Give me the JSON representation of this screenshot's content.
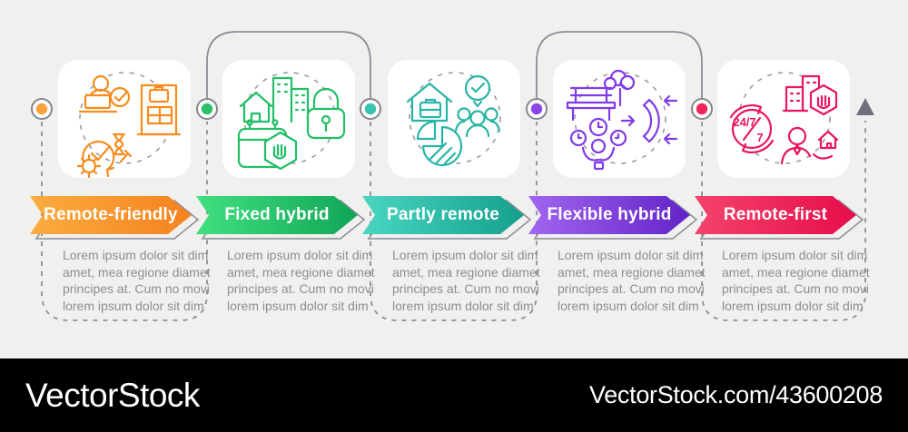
{
  "background": "#f0f0ef",
  "connector_color": "#8d8d97",
  "dot_ring_color": "#85858f",
  "flow_end_arrow_color": "#70707b",
  "description_text_color": "#8e8e8e",
  "label_text_color": "#ffffff",
  "watermark": {
    "bar_color": "#000000",
    "logo_text": "VectorStock",
    "url_text": "VectorStock.com/43600208"
  },
  "columns": [
    {
      "label": "Remote-friendly",
      "colors": {
        "arrow_start": "#FBAC40",
        "arrow_end": "#F5821F",
        "dot": "#F8A43C",
        "icon": "#F68C1E"
      },
      "icons": [
        "remote-worker-check-icon",
        "office-building-icon",
        "process-cycle-gear-icon"
      ],
      "desc_lines": [
        "Lorem ipsum dolor sit dim",
        "amet, mea regione diamet",
        "principes at. Cum no movi",
        "lorem ipsum dolor sit dim"
      ]
    },
    {
      "label": "Fixed hybrid",
      "colors": {
        "arrow_start": "#41E080",
        "arrow_end": "#10A557",
        "dot": "#2CC169",
        "icon": "#22BE66"
      },
      "icons": [
        "home-office-buildings-icon",
        "padlock-icon",
        "calendar-stop-hand-icon"
      ],
      "desc_lines": [
        "Lorem ipsum dolor sit dim",
        "amet, mea regione diamet",
        "principes at. Cum no movi",
        "lorem ipsum dolor sit dim"
      ]
    },
    {
      "label": "Partly remote",
      "colors": {
        "arrow_start": "#4AD5C1",
        "arrow_end": "#14A08C",
        "dot": "#38C4B3",
        "icon": "#27B5A5"
      },
      "icons": [
        "home-briefcase-icon",
        "team-approved-icon",
        "pie-chart-icon"
      ],
      "desc_lines": [
        "Lorem ipsum dolor sit dim",
        "amet, mea regione diamet",
        "principes at. Cum no movi",
        "lorem ipsum dolor sit dim"
      ]
    },
    {
      "label": "Flexible hybrid",
      "colors": {
        "arrow_start": "#A066EF",
        "arrow_end": "#6223C7",
        "dot": "#8C46E6",
        "icon": "#7F3BE9"
      },
      "icons": [
        "park-bench-tree-icon",
        "call-arrows-icon",
        "person-schedules-icon"
      ],
      "desc_lines": [
        "Lorem ipsum dolor sit dim",
        "amet, mea regione diamet",
        "principes at. Cum no movi",
        "lorem ipsum dolor sit dim"
      ]
    },
    {
      "label": "Remote-first",
      "colors": {
        "arrow_start": "#F4436B",
        "arrow_end": "#E60D4B",
        "dot": "#F0255B",
        "icon": "#E9175B"
      },
      "icons": [
        "around-the-clock-icon",
        "office-restricted-icon",
        "person-home-icon"
      ],
      "badge_text": "24/7",
      "desc_lines": [
        "Lorem ipsum dolor sit dim",
        "amet, mea regione diamet",
        "principes at. Cum no movi",
        "lorem ipsum dolor sit dim"
      ]
    }
  ]
}
